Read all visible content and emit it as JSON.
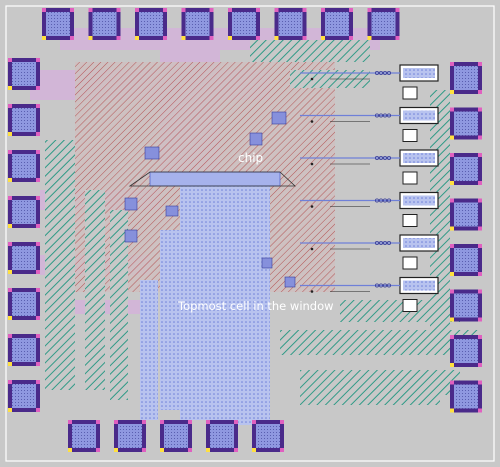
{
  "layout_view": {
    "cell_name": "chip",
    "window_hint": "Topmost cell in the window"
  },
  "colors": {
    "background": "#c8c8c8",
    "metal1": "#9fb0e6",
    "metal2": "#d2a6d9",
    "diffusion": "#2f9a86",
    "poly": "#b04040",
    "pad_core": "#7f88d8",
    "pad_ring": "#4a2a8a",
    "label": "#ffffff"
  },
  "counts": {
    "pads_top": 8,
    "pads_bottom": 5,
    "pads_left": 8,
    "pads_right": 8,
    "transistor_stacks": 6
  }
}
